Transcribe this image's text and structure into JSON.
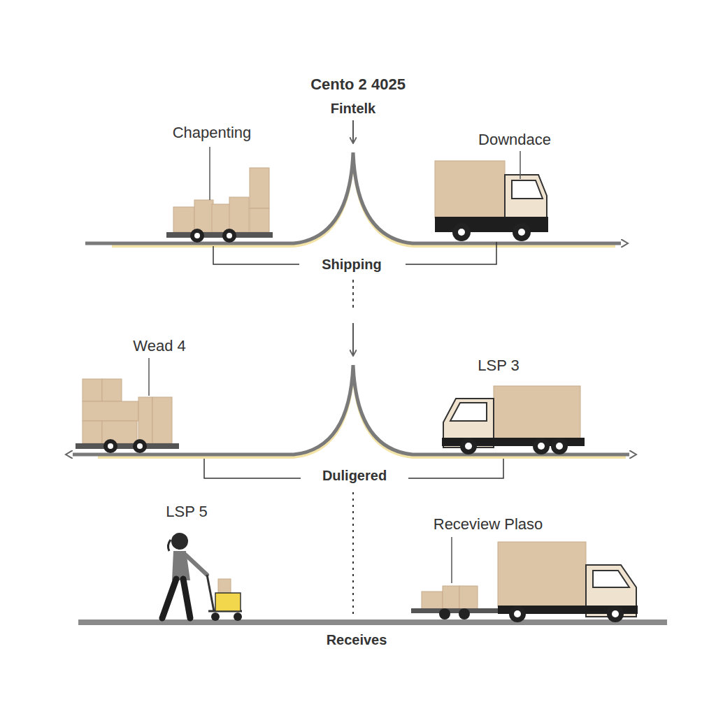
{
  "diagram": {
    "title": "Cento 2 4025",
    "labels": [
      "Fintelk",
      "Chapenting",
      "Downdace",
      "Shipping",
      "Wead 4",
      "LSP 3",
      "Duligered",
      "LSP 5",
      "Receview Plaso",
      "Receives"
    ]
  }
}
